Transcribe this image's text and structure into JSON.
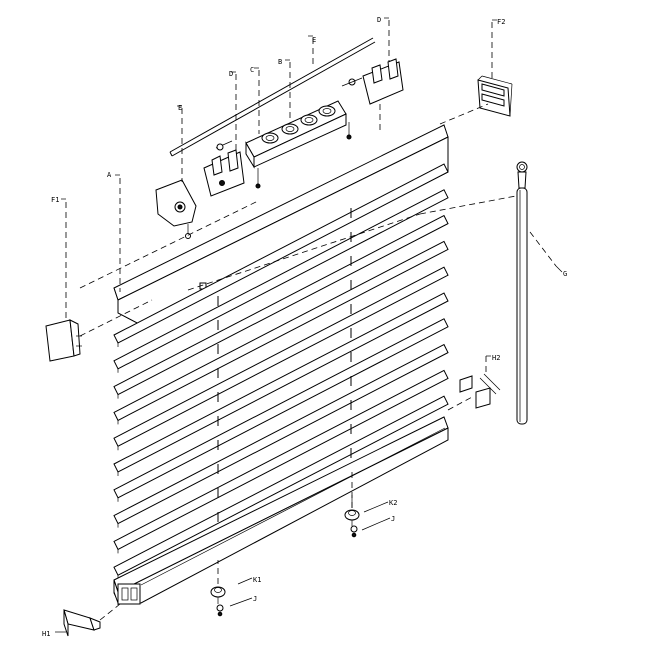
{
  "labels": {
    "A": "A",
    "B": "B",
    "C": "C",
    "D_left": "D",
    "D_right": "D",
    "E_rod": "E",
    "E_tilter": "E",
    "F1": "F1",
    "F2": "F2",
    "G": "G",
    "H1": "H1",
    "H2": "H2",
    "K1": "K1",
    "K2": "K2",
    "J_left": "J",
    "J_right": "J"
  },
  "slats": {
    "count": 11
  }
}
